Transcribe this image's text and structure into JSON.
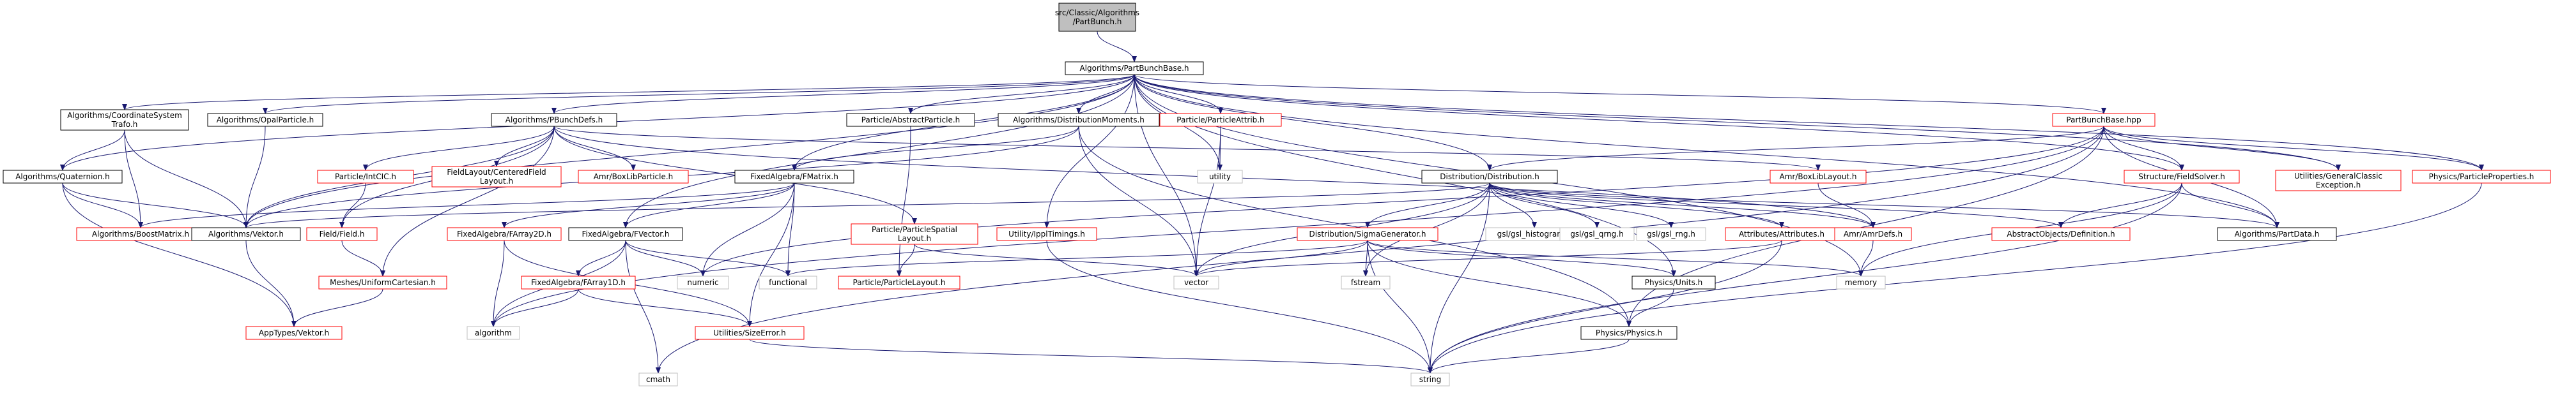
{
  "diagram": {
    "colors": {
      "node_border_black": "#000000",
      "node_border_red": "#ff0000",
      "node_border_gray": "#bfbfbf",
      "root_fill": "#bfbfbf",
      "node_fill": "#ffffff",
      "edge": "#191970",
      "text": "#000000"
    },
    "nodes": [
      {
        "id": "root",
        "lines": [
          "src/Classic/Algorithms",
          "/PartBunch.h"
        ],
        "style": "root"
      },
      {
        "id": "pbb",
        "lines": [
          "Algorithms/PartBunchBase.h"
        ],
        "style": "black"
      },
      {
        "id": "coordsys",
        "lines": [
          "Algorithms/CoordinateSystem",
          "Trafo.h"
        ],
        "style": "black"
      },
      {
        "id": "opal",
        "lines": [
          "Algorithms/OpalParticle.h"
        ],
        "style": "black"
      },
      {
        "id": "pbdefs",
        "lines": [
          "Algorithms/PBunchDefs.h"
        ],
        "style": "black"
      },
      {
        "id": "abspart",
        "lines": [
          "Particle/AbstractParticle.h"
        ],
        "style": "black"
      },
      {
        "id": "distmom",
        "lines": [
          "Algorithms/DistributionMoments.h"
        ],
        "style": "black"
      },
      {
        "id": "pattrib",
        "lines": [
          "Particle/ParticleAttrib.h"
        ],
        "style": "red"
      },
      {
        "id": "pbhpp",
        "lines": [
          "PartBunchBase.hpp"
        ],
        "style": "red"
      },
      {
        "id": "quat",
        "lines": [
          "Algorithms/Quaternion.h"
        ],
        "style": "black"
      },
      {
        "id": "pic",
        "lines": [
          "Particle/IntCIC.h"
        ],
        "style": "red"
      },
      {
        "id": "fieldlayout",
        "lines": [
          "FieldLayout/CenteredField",
          "Layout.h"
        ],
        "style": "red"
      },
      {
        "id": "amrpart",
        "lines": [
          "Amr/BoxLibParticle.h"
        ],
        "style": "red"
      },
      {
        "id": "fmatrix",
        "lines": [
          "FixedAlgebra/FMatrix.h"
        ],
        "style": "black"
      },
      {
        "id": "psl",
        "lines": [
          "Particle/ParticleSpatial",
          "Layout.h"
        ],
        "style": "red"
      },
      {
        "id": "dist",
        "lines": [
          "Distribution/Distribution.h"
        ],
        "style": "black"
      },
      {
        "id": "utility",
        "lines": [
          "utility"
        ],
        "style": "gray"
      },
      {
        "id": "amrlayout",
        "lines": [
          "Amr/BoxLibLayout.h"
        ],
        "style": "red"
      },
      {
        "id": "sfs",
        "lines": [
          "Structure/FieldSolver.h"
        ],
        "style": "red"
      },
      {
        "id": "gce",
        "lines": [
          "Utilities/GeneralClassic",
          "Exception.h"
        ],
        "style": "red"
      },
      {
        "id": "ppp",
        "lines": [
          "Physics/ParticleProperties.h"
        ],
        "style": "red"
      },
      {
        "id": "boost",
        "lines": [
          "Algorithms/BoostMatrix.h"
        ],
        "style": "red"
      },
      {
        "id": "vektor",
        "lines": [
          "Algorithms/Vektor.h"
        ],
        "style": "black"
      },
      {
        "id": "field",
        "lines": [
          "Field/Field.h"
        ],
        "style": "red"
      },
      {
        "id": "farray2d",
        "lines": [
          "FixedAlgebra/FArray2D.h"
        ],
        "style": "red"
      },
      {
        "id": "fvector",
        "lines": [
          "FixedAlgebra/FVector.h"
        ],
        "style": "black"
      },
      {
        "id": "ippl",
        "lines": [
          "Utility/IpplTimings.h"
        ],
        "style": "red"
      },
      {
        "id": "distgen",
        "lines": [
          "Distribution/SigmaGenerator.h"
        ],
        "style": "red"
      },
      {
        "id": "gslh",
        "lines": [
          "gsl/gsl_histogram.h"
        ],
        "style": "gray"
      },
      {
        "id": "gslq",
        "lines": [
          "gsl/gsl_qrng.h"
        ],
        "style": "gray"
      },
      {
        "id": "gslr",
        "lines": [
          "gsl/gsl_rng.h"
        ],
        "style": "gray"
      },
      {
        "id": "attr",
        "lines": [
          "Attributes/Attributes.h"
        ],
        "style": "red"
      },
      {
        "id": "amrdefs",
        "lines": [
          "Amr/AmrDefs.h"
        ],
        "style": "red"
      },
      {
        "id": "aod",
        "lines": [
          "AbstractObjects/Definition.h"
        ],
        "style": "red"
      },
      {
        "id": "partdata",
        "lines": [
          "Algorithms/PartData.h"
        ],
        "style": "black"
      },
      {
        "id": "meshes",
        "lines": [
          "Meshes/UniformCartesian.h"
        ],
        "style": "red"
      },
      {
        "id": "farray1d",
        "lines": [
          "FixedAlgebra/FArray1D.h"
        ],
        "style": "red"
      },
      {
        "id": "numeric",
        "lines": [
          "numeric"
        ],
        "style": "gray"
      },
      {
        "id": "functional",
        "lines": [
          "functional"
        ],
        "style": "gray"
      },
      {
        "id": "playout",
        "lines": [
          "Particle/ParticleLayout.h"
        ],
        "style": "red"
      },
      {
        "id": "vector",
        "lines": [
          "vector"
        ],
        "style": "gray"
      },
      {
        "id": "fstream",
        "lines": [
          "fstream"
        ],
        "style": "gray"
      },
      {
        "id": "units",
        "lines": [
          "Physics/Units.h"
        ],
        "style": "black"
      },
      {
        "id": "memory",
        "lines": [
          "memory"
        ],
        "style": "gray"
      },
      {
        "id": "appvektor",
        "lines": [
          "AppTypes/Vektor.h"
        ],
        "style": "red"
      },
      {
        "id": "algorithm",
        "lines": [
          "algorithm"
        ],
        "style": "gray"
      },
      {
        "id": "sizeerr",
        "lines": [
          "Utilities/SizeError.h"
        ],
        "style": "red"
      },
      {
        "id": "physics",
        "lines": [
          "Physics/Physics.h"
        ],
        "style": "black"
      },
      {
        "id": "cmath",
        "lines": [
          "cmath"
        ],
        "style": "gray"
      },
      {
        "id": "string",
        "lines": [
          "string"
        ],
        "style": "gray"
      }
    ]
  }
}
